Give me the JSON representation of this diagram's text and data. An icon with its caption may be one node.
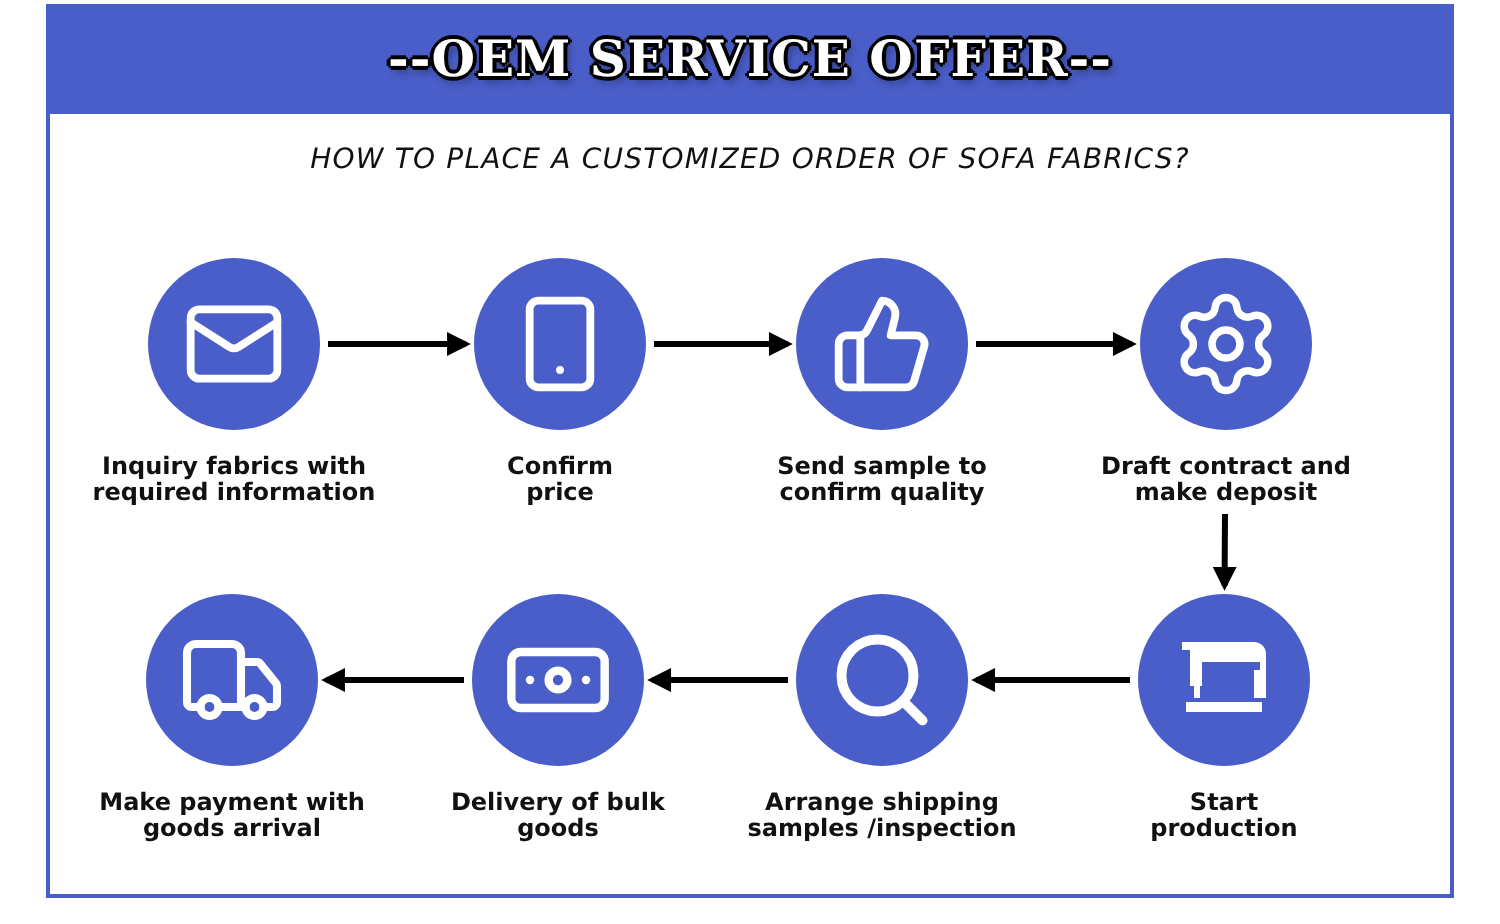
{
  "diagram": {
    "title": "--OEM SERVICE OFFER--",
    "caption": "HOW TO PLACE A CUSTOMIZED ORDER OF SOFA FABRICS?",
    "nodes": [
      {
        "text": [
          "Inquiry fabrics with required information"
        ]
      },
      {
        "text": [
          "Confirm price"
        ]
      },
      {
        "text": [
          "Send sample to confirm quality"
        ]
      },
      {
        "text": [
          "Draft contract and make deposit"
        ]
      },
      {
        "text": [
          "Start production"
        ]
      },
      {
        "text": [
          "Arrange shipping samples /inspection"
        ]
      },
      {
        "text": [
          "Delivery of bulk goods"
        ]
      },
      {
        "text": [
          "Make payment with goods arrival"
        ]
      }
    ],
    "edges": [
      {
        "from": 0,
        "to": 1,
        "arrow": "to"
      },
      {
        "from": 1,
        "to": 2,
        "arrow": "to"
      },
      {
        "from": 2,
        "to": 3,
        "arrow": "to"
      },
      {
        "from": 3,
        "to": 4,
        "arrow": "to"
      },
      {
        "from": 4,
        "to": 5,
        "arrow": "to"
      },
      {
        "from": 5,
        "to": 6,
        "arrow": "to"
      },
      {
        "from": 6,
        "to": 7,
        "arrow": "to"
      }
    ]
  }
}
